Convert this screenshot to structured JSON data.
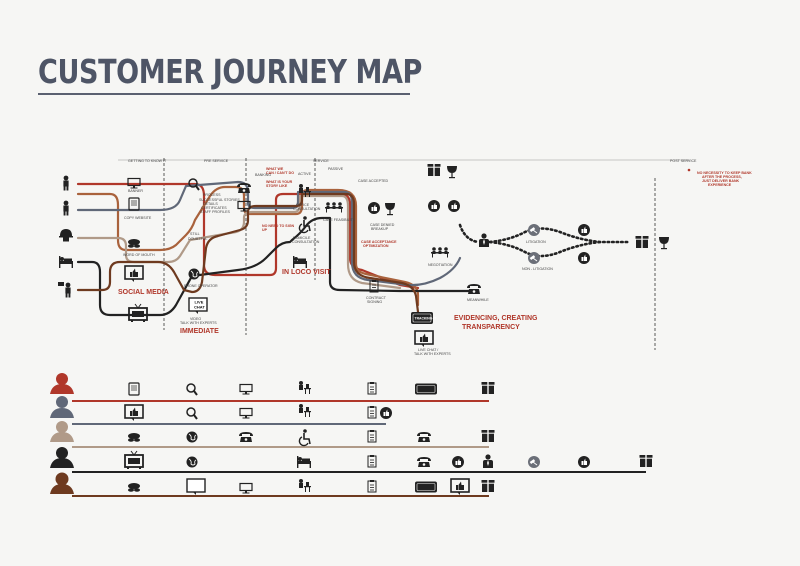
{
  "title": "CUSTOMER JOURNEY MAP",
  "phases": {
    "getting_to_know": "GETTING TO KNOW IT",
    "pre_service": "PRE SERVICE",
    "service": "SERVICE",
    "post_service": "POST SERVICE",
    "banking": "BANKING",
    "active": "ACTIVE",
    "passive": "PASSIVE"
  },
  "labels": {
    "banner": "BANNER",
    "copy_website": "COPY WEBSITE",
    "word_of_mouth": "WORD OF MOUTH",
    "phone_operator": "PHONE OPERATOR",
    "process": "PROCESS",
    "process_sub1": "SUCCESSFUL STORIES",
    "process_sub2": "DETAILS",
    "process_sub3": "CERTIFICATES",
    "process_sub4": "STAFF PROFILES",
    "still_doubtful": "STILL",
    "still_doubtful2": "DOUBTFUL",
    "what_we_can": "WHAT WE",
    "what_we_can2": "CAN / CAN'T DO",
    "what_is_story": "WHAT IS YOUR",
    "what_is_story2": "STORY LIKE",
    "no_need": "NO NEED TO SIGN",
    "no_need2": "UP",
    "office_consultation": "OFFICE",
    "office_consultation2": "CONSULTATION",
    "domicile": "DOMICILE",
    "domicile2": "CONSULTATION",
    "case_accepted": "CASE ACCEPTED",
    "case_feasibility": "CASE FEASIBILITY",
    "case_denied": "CASE DENIED",
    "case_denied2": "BREAKUP",
    "case_acceptance": "CASE ACCEPTANCE",
    "case_acceptance2": "OPTIMIZATION",
    "contract_signing": "CONTRACT",
    "contract_signing2": "SIGNING",
    "negotiation": "NEGOTIATION",
    "litigation": "LITIGATION",
    "non_litigation": "NON - LITIGATION",
    "meanwhile": "MEANWHILE",
    "live_chat_experts": "LIVE CHAT /",
    "live_chat_experts2": "TALK WITH EXPERTS",
    "talk_experts": "VIDEO",
    "talk_experts2": "TALK WITH EXPERTS",
    "post_note1": "NO NECESSITY TO KEEP BANK",
    "post_note2": "AFTER THE PROCESS,",
    "post_note3": "JUST DELIVER BANK",
    "post_note4": "EXPERIENCE"
  },
  "callouts": {
    "social_media": "SOCIAL MEDIA",
    "immediate": "IMMEDIATE",
    "in_loco_visit": "IN LOCO VISIT",
    "evidencing": "EVIDENCING, CREATING",
    "evidencing2": "TRANSPARENCY"
  },
  "boxes": {
    "live_chat1": "LIVE",
    "live_chat2": "CHAT",
    "tracking": "TRACKING IT"
  },
  "colors": {
    "red": "#b0372a",
    "orange": "#a9623c",
    "slate": "#606878",
    "tan": "#b09a88",
    "dark": "#222222",
    "brown": "#6e3a1f"
  },
  "personas": [
    {
      "color": "#b0372a",
      "steps": [
        "tablet-icon",
        "search-icon",
        "monitor-icon",
        "office-icon",
        "clipboard-icon",
        "tracking-icon",
        "gift-icon"
      ]
    },
    {
      "color": "#606878",
      "steps": [
        "thumbsup-screen-icon",
        "search-icon",
        "monitor-icon",
        "office-icon",
        "clipboard-icon",
        "thumbsdown-icon"
      ]
    },
    {
      "color": "#b09a88",
      "steps": [
        "chat-icon",
        "globe-icon",
        "phone-icon",
        "wheelchair-icon",
        "clipboard-icon",
        "phone-icon",
        "gift-icon"
      ]
    },
    {
      "color": "#222222",
      "steps": [
        "tv-icon",
        "globe-icon",
        "bed-icon",
        "clipboard-icon",
        "phone-icon",
        "thumbsdown-icon",
        "businessman-icon",
        "gavel-icon",
        "thumbsup-icon",
        "gift-icon"
      ]
    },
    {
      "color": "#6e3a1f",
      "steps": [
        "chat-icon",
        "livechat-icon",
        "monitor-icon",
        "office-icon",
        "clipboard-icon",
        "tracking-icon",
        "thumbsup-screen-icon",
        "gift-icon"
      ]
    }
  ]
}
